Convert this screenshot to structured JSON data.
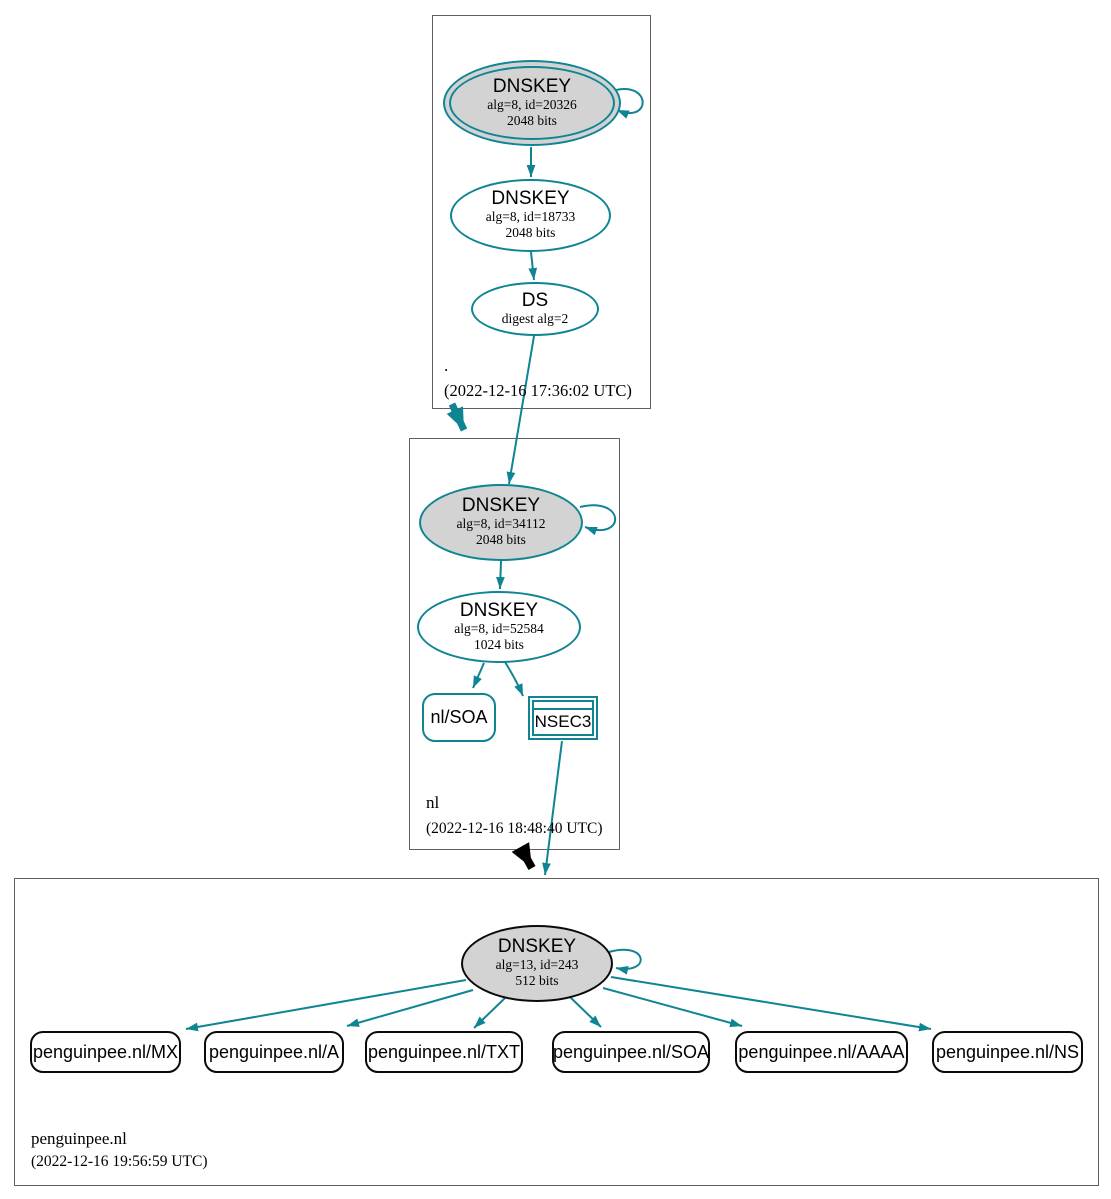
{
  "diagram_type": "DNSSEC authentication chain graph",
  "colors": {
    "secure_edge_teal": "#0f8493",
    "insecure_edge_black": "#000000",
    "ksk_fill_gray": "#d3d3d3",
    "zone_box_border_gray": "#5f5f5f",
    "node_fill_white": "#ffffff"
  },
  "root_zone": {
    "label": ".",
    "timestamp": "(2022-12-16 17:36:02 UTC)",
    "ksk": {
      "type": "DNSKEY",
      "alg": "alg=8, id=20326",
      "bits": "2048 bits"
    },
    "zsk": {
      "type": "DNSKEY",
      "alg": "alg=8, id=18733",
      "bits": "2048 bits"
    },
    "ds": {
      "type": "DS",
      "digest": "digest alg=2"
    }
  },
  "nl_zone": {
    "label": "nl",
    "timestamp": "(2022-12-16 18:48:40 UTC)",
    "ksk": {
      "type": "DNSKEY",
      "alg": "alg=8, id=34112",
      "bits": "2048 bits"
    },
    "zsk": {
      "type": "DNSKEY",
      "alg": "alg=8, id=52584",
      "bits": "1024 bits"
    },
    "soa": {
      "label": "nl/SOA"
    },
    "nsec3": {
      "label": "NSEC3"
    }
  },
  "penguinpee_zone": {
    "label": "penguinpee.nl",
    "timestamp": "(2022-12-16 19:56:59 UTC)",
    "ksk": {
      "type": "DNSKEY",
      "alg": "alg=13, id=243",
      "bits": "512 bits"
    },
    "records": [
      {
        "label": "penguinpee.nl/MX"
      },
      {
        "label": "penguinpee.nl/A"
      },
      {
        "label": "penguinpee.nl/TXT"
      },
      {
        "label": "penguinpee.nl/SOA"
      },
      {
        "label": "penguinpee.nl/AAAA"
      },
      {
        "label": "penguinpee.nl/NS"
      }
    ]
  }
}
